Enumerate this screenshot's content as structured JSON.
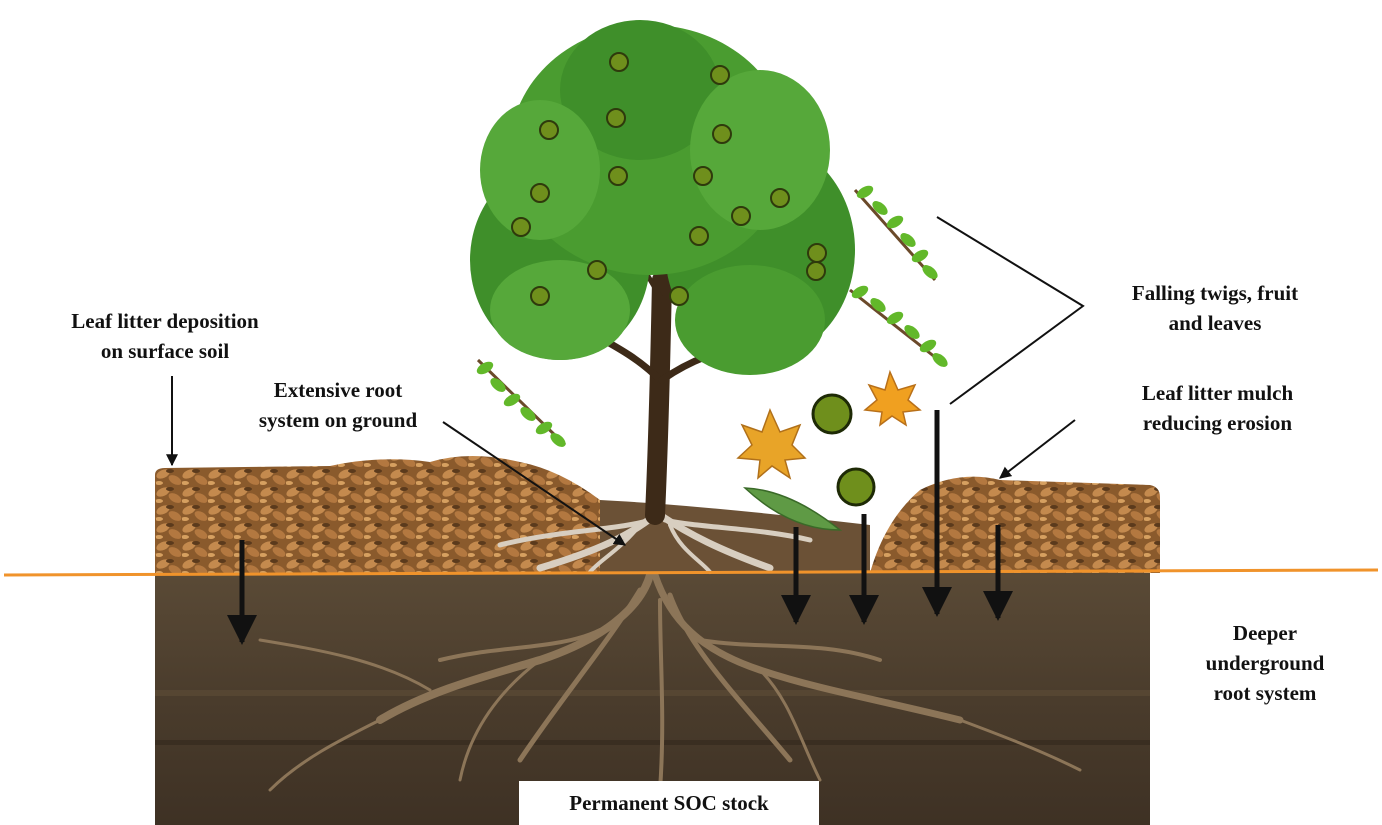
{
  "labels": {
    "leaf_litter_deposition": [
      "Leaf litter deposition",
      "on surface soil"
    ],
    "extensive_root": [
      "Extensive root",
      "system on ground"
    ],
    "falling": [
      "Falling twigs, fruit",
      "and leaves"
    ],
    "mulch": [
      "Leaf litter mulch",
      "reducing erosion"
    ],
    "deeper_root": [
      "Deeper",
      "underground",
      "root system"
    ],
    "soc_stock": "Permanent SOC stock"
  },
  "colors": {
    "soil_surface_line": "#f0932b",
    "foliage": "#3f8f2a",
    "fruit": "#6f8f1c",
    "trunk": "#3d2a18",
    "leaf_litter": "#a8703a",
    "soil": "#4e4030",
    "arrow": "#111111"
  }
}
